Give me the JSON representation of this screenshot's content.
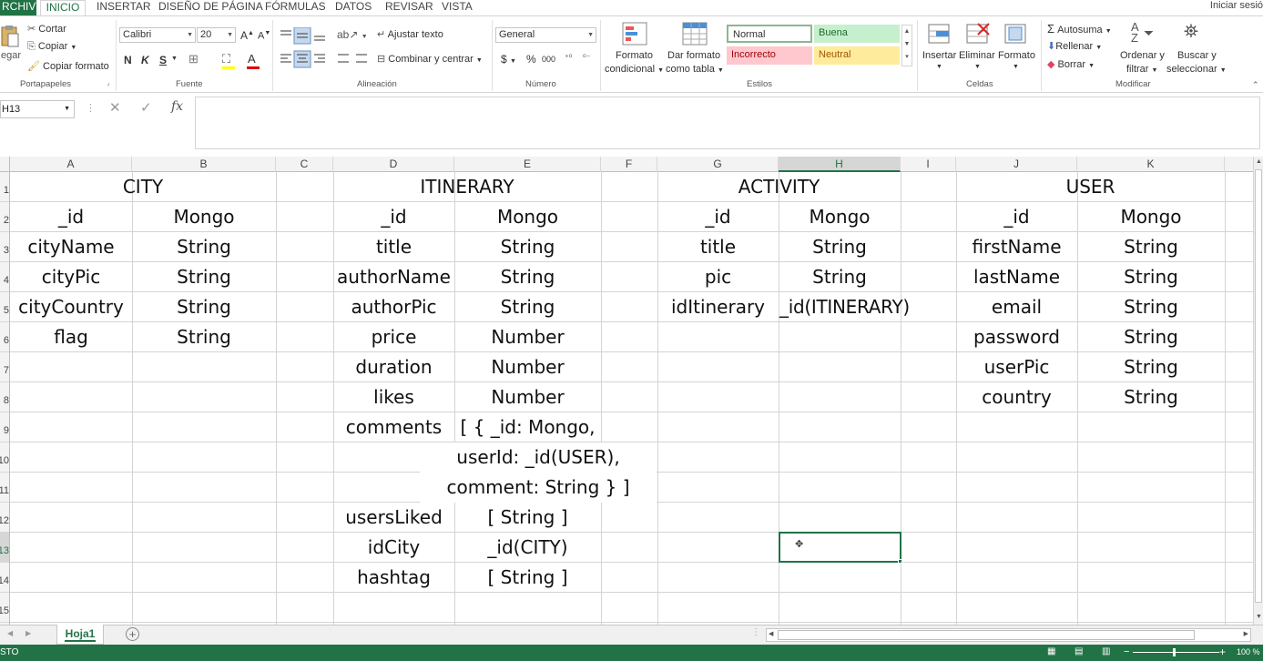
{
  "ribbon": {
    "tabs": [
      "RCHIVO",
      "INICIO",
      "INSERTAR",
      "DISEÑO DE PÁGINA",
      "FÓRMULAS",
      "DATOS",
      "REVISAR",
      "VISTA"
    ],
    "signin": "Iniciar sesió",
    "clipboard": {
      "paste": "egar",
      "cut": "Cortar",
      "copy": "Copiar",
      "format_painter": "Copiar formato",
      "label": "Portapapeles"
    },
    "font": {
      "name": "Calibri",
      "size": "20",
      "bold": "N",
      "italic": "K",
      "underline": "S",
      "label": "Fuente"
    },
    "alignment": {
      "wrap": "Ajustar texto",
      "merge": "Combinar y centrar",
      "label": "Alineación"
    },
    "number": {
      "format": "General",
      "currency": "$",
      "percent": "%",
      "thousands": "000",
      "label": "Número"
    },
    "styles": {
      "cond_format_1": "Formato",
      "cond_format_2": "condicional",
      "as_table_1": "Dar formato",
      "as_table_2": "como tabla",
      "normal": "Normal",
      "good": "Buena",
      "bad": "Incorrecto",
      "neutral": "Neutral",
      "label": "Estilos"
    },
    "cells": {
      "insert": "Insertar",
      "delete": "Eliminar",
      "format": "Formato",
      "label": "Celdas"
    },
    "editing": {
      "autosum": "Autosuma",
      "fill": "Rellenar",
      "clear": "Borrar",
      "sort_1": "Ordenar y",
      "sort_2": "filtrar",
      "find_1": "Buscar y",
      "find_2": "seleccionar",
      "label": "Modificar"
    }
  },
  "formula_bar": {
    "name_box": "H13",
    "fx": "fx",
    "value": ""
  },
  "columns": [
    "A",
    "B",
    "C",
    "D",
    "E",
    "F",
    "G",
    "H",
    "I",
    "J",
    "K"
  ],
  "rows": [
    "1",
    "2",
    "3",
    "4",
    "5",
    "6",
    "7",
    "8",
    "9",
    "10",
    "11",
    "12",
    "13",
    "14",
    "15"
  ],
  "sheet": {
    "city": {
      "title": "CITY",
      "fields": [
        [
          "_id",
          "Mongo"
        ],
        [
          "cityName",
          "String"
        ],
        [
          "cityPic",
          "String"
        ],
        [
          "cityCountry",
          "String"
        ],
        [
          "flag",
          "String"
        ]
      ]
    },
    "itinerary": {
      "title": "ITINERARY",
      "fields": [
        [
          "_id",
          "Mongo"
        ],
        [
          "title",
          "String"
        ],
        [
          "authorName",
          "String"
        ],
        [
          "authorPic",
          "String"
        ],
        [
          "price",
          "Number"
        ],
        [
          "duration",
          "Number"
        ],
        [
          "likes",
          "Number"
        ],
        [
          "comments",
          "[ { _id: Mongo,"
        ],
        [
          "",
          "userId: _id(USER),"
        ],
        [
          "",
          "comment: String } ]"
        ],
        [
          "usersLiked",
          "[ String ]"
        ],
        [
          "idCity",
          "_id(CITY)"
        ],
        [
          "hashtag",
          "[ String ]"
        ]
      ]
    },
    "activity": {
      "title": "ACTIVITY",
      "fields": [
        [
          "_id",
          "Mongo"
        ],
        [
          "title",
          "String"
        ],
        [
          "pic",
          "String"
        ],
        [
          "idItinerary",
          "_id(ITINERARY)"
        ]
      ]
    },
    "user": {
      "title": "USER",
      "fields": [
        [
          "_id",
          "Mongo"
        ],
        [
          "firstName",
          "String"
        ],
        [
          "lastName",
          "String"
        ],
        [
          "email",
          "String"
        ],
        [
          "password",
          "String"
        ],
        [
          "userPic",
          "String"
        ],
        [
          "country",
          "String"
        ]
      ]
    }
  },
  "sheet_tab": "Hoja1",
  "status": {
    "mode": "STO",
    "zoom": "100 %"
  },
  "colors": {
    "accent": "#217346",
    "good_bg": "#c6efce",
    "bad_bg": "#ffc7ce",
    "neutral_bg": "#ffeb9c"
  }
}
